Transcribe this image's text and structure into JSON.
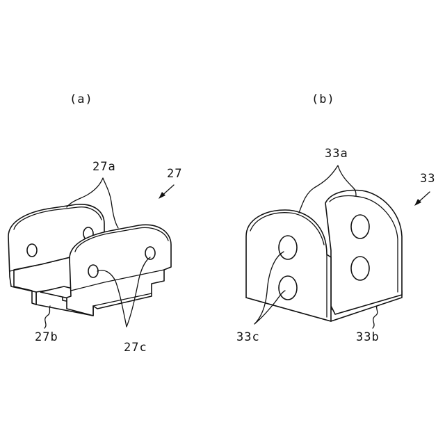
{
  "figure": {
    "panel_a": {
      "caption": "(a)",
      "labels": {
        "part": "27",
        "plates": "27a",
        "base": "27b",
        "holes": "27c"
      }
    },
    "panel_b": {
      "caption": "(b)",
      "labels": {
        "part": "33",
        "plates": "33a",
        "base": "33b",
        "holes": "33c"
      }
    }
  }
}
